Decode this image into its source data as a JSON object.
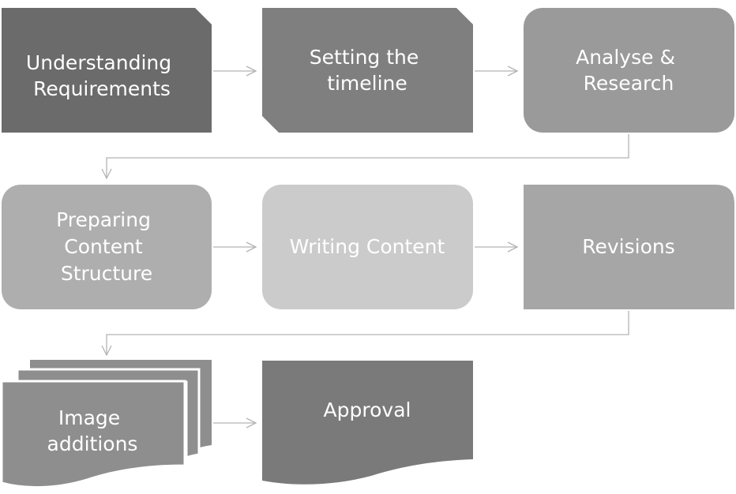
{
  "colors": {
    "understanding": "#6b6b6b",
    "timeline": "#7f7f7f",
    "analyse": "#9a9a9a",
    "preparing": "#aeaeae",
    "writing": "#cbcbcb",
    "revisions": "#a6a6a6",
    "image_additions": "#8e8e8e",
    "approval": "#7a7a7a",
    "connector": "#b4b4b4",
    "text": "#ffffff"
  },
  "steps": {
    "understanding": {
      "line1": "Understanding",
      "line2": "Requirements",
      "shape": "snip-corner-rectangle"
    },
    "timeline": {
      "line1": "Setting the",
      "line2": "timeline",
      "shape": "snip-diagonal-rectangle"
    },
    "analyse": {
      "line1": "Analyse &",
      "line2": "Research",
      "shape": "rounded-rectangle"
    },
    "preparing": {
      "line1": "Preparing",
      "line2": "Content",
      "line3": "Structure",
      "shape": "rounded-rectangle"
    },
    "writing": {
      "line1": "Writing Content",
      "shape": "rounded-rectangle"
    },
    "revisions": {
      "line1": "Revisions",
      "shape": "round-corner-rectangle"
    },
    "image_additions": {
      "line1": "Image",
      "line2": "additions",
      "shape": "multi-document"
    },
    "approval": {
      "line1": "Approval",
      "shape": "document"
    }
  }
}
